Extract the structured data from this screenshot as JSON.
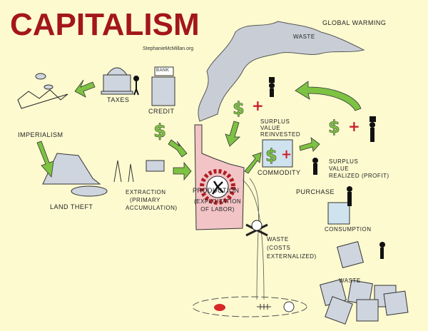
{
  "title": "CAPITALISM",
  "credit": "StephanieMcMillan.org",
  "labels": {
    "global_warming": "GLOBAL WARMING",
    "smoke_waste": "WASTE",
    "taxes": "TAXES",
    "bank": "BANK",
    "credit": "CREDIT",
    "imperialism": "IMPERIALISM",
    "surplus_reinvested": [
      "SURPLUS",
      "VALUE",
      "REINVESTED"
    ],
    "surplus_realized": [
      "SURPLUS",
      "VALUE",
      "REALIZED (PROFIT)"
    ],
    "commodity": "COMMODITY",
    "production": "PRODUCTION",
    "exploitation": [
      "(EXPLOITATION",
      "OF LABOR)"
    ],
    "land_theft": "LAND THEFT",
    "extraction": [
      "EXTRACTION",
      "(PRIMARY",
      "ACCUMULATION)"
    ],
    "purchase": "PURCHASE",
    "consumption": "CONSUMPTION",
    "waste_externalized": [
      "WASTE",
      "(COSTS",
      "EXTERNALIZED)"
    ],
    "waste_consumer": "WASTE"
  },
  "colors": {
    "background": "#fdfad0",
    "title": "#a3161b",
    "arrow": "#7dc242",
    "dollar": "#7dc242",
    "plus": "#c8202a",
    "smoke": "#c9ced6",
    "factory": "#f2c4c6"
  }
}
